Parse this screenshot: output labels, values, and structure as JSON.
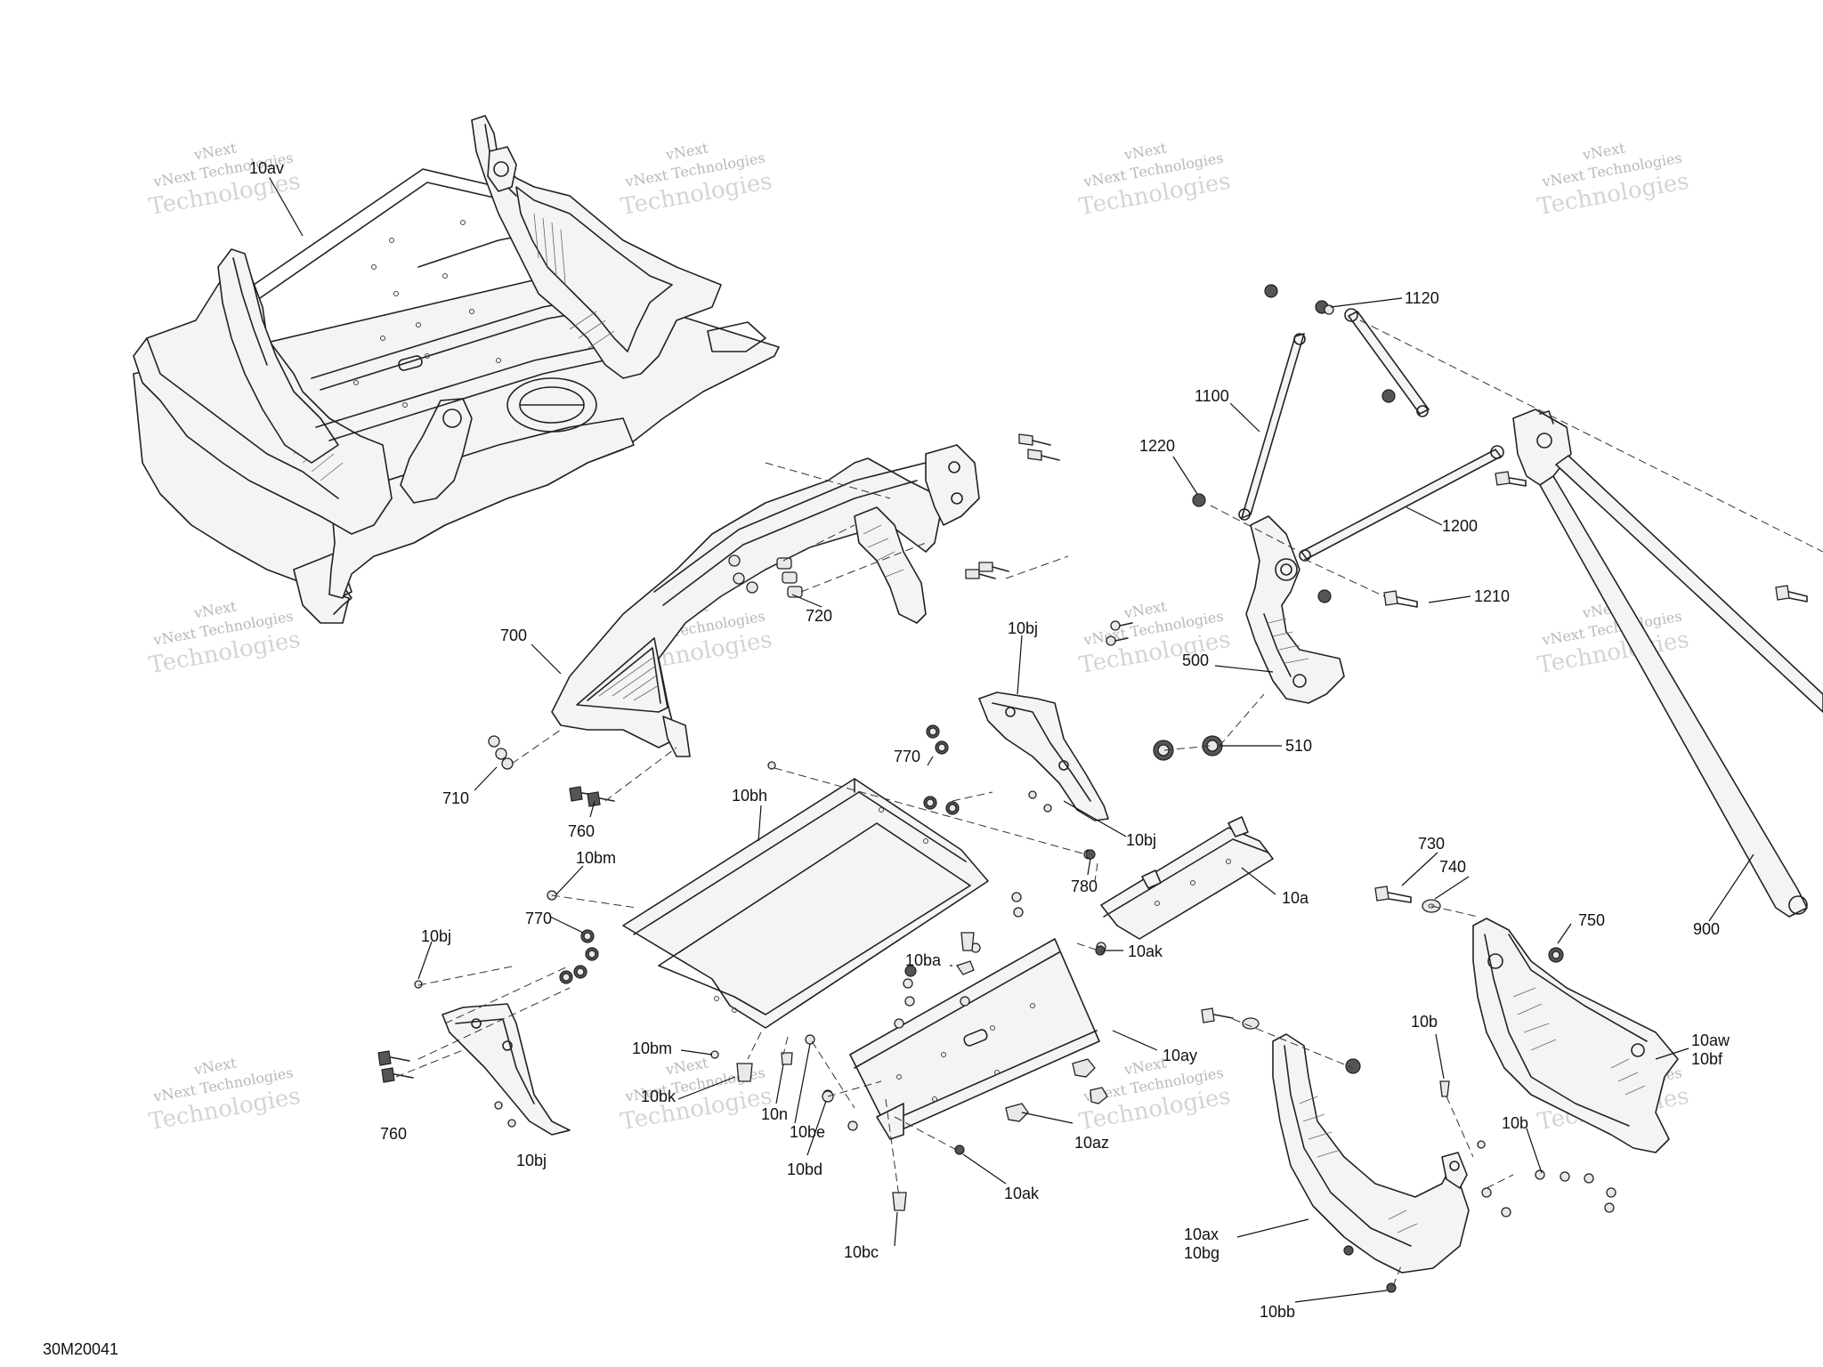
{
  "document_id": "30M20041",
  "watermark": {
    "line1": "vNext",
    "line2": "vNext Technologies",
    "line3": "Technologies"
  },
  "callouts": {
    "c10av": "10av",
    "c1120": "1120",
    "c1100": "1100",
    "c1220": "1220",
    "c1200": "1200",
    "c1210": "1210",
    "c500": "500",
    "c510": "510",
    "c700": "700",
    "c720": "720",
    "c710": "710",
    "c760a": "760",
    "c10bj_top": "10bj",
    "c770a": "770",
    "c10bj_mid": "10bj",
    "c10bh": "10bh",
    "c780": "780",
    "c10a": "10a",
    "c730": "730",
    "c740": "740",
    "c750": "750",
    "c900": "900",
    "c10bm_top": "10bm",
    "c770b": "770",
    "c10bj_left": "10bj",
    "c10ba": "10ba",
    "c10ak_top": "10ak",
    "c10ay": "10ay",
    "c10bm_bot": "10bm",
    "c10bk": "10bk",
    "c10n": "10n",
    "c10be": "10be",
    "c760b": "760",
    "c10bj_bot": "10bj",
    "c10bd": "10bd",
    "c10az": "10az",
    "c10ak_bot": "10ak",
    "c10bc": "10bc",
    "c10b_top": "10b",
    "c10aw": "10aw",
    "c10bf": "10bf",
    "c10b_bot": "10b",
    "c10ax": "10ax",
    "c10bg": "10bg",
    "c10bb": "10bb"
  }
}
